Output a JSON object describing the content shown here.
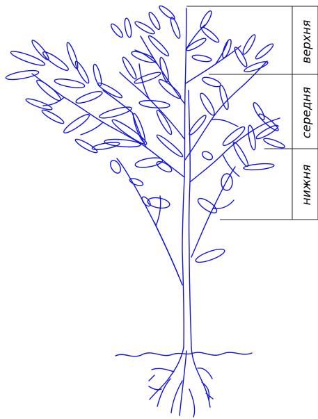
{
  "diagram": {
    "zones": [
      {
        "id": "top",
        "label": "верхня"
      },
      {
        "id": "middle",
        "label": "середня"
      },
      {
        "id": "bottom",
        "label": "нижня"
      }
    ]
  },
  "colors": {
    "plant": "#1010e0",
    "annotation": "#222222",
    "background": "#ffffff"
  }
}
